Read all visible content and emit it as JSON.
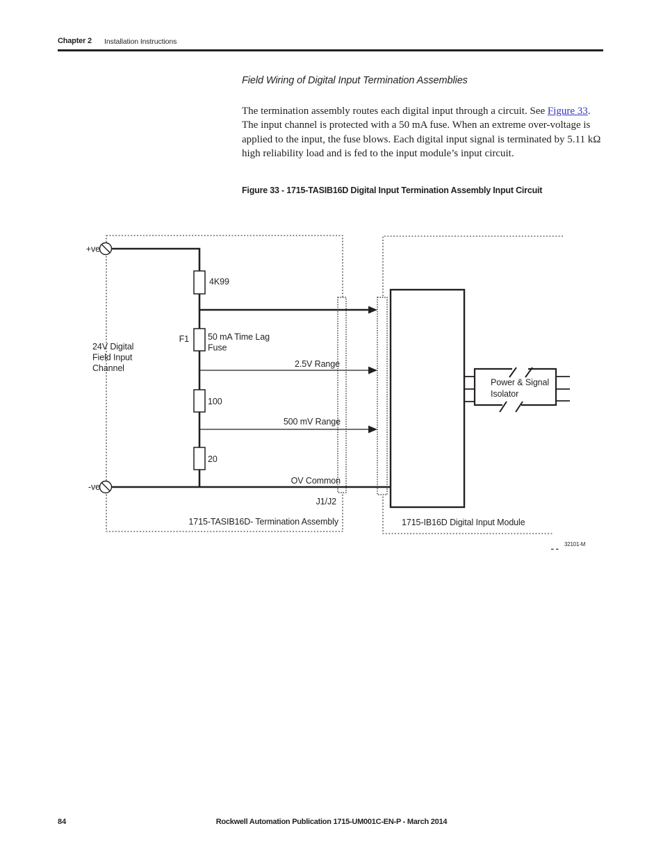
{
  "page": {
    "header": {
      "chapter": "Chapter 2",
      "section": "Installation Instructions"
    },
    "content": {
      "heading": "Field Wiring of Digital Input Termination Assemblies",
      "paragraph": {
        "before_link": "The termination assembly routes each digital input through a circuit. See ",
        "link": "Figure 33",
        "after_link": ". The input channel is protected with a 50 mA fuse. When an extreme over-voltage is applied to the input, the fuse blows. Each digital input signal is terminated by 5.11 kΩ high reliability load and is fed to the input module’s input circuit."
      },
      "figure_caption": "Figure 33 - 1715-TASIB16D Digital Input Termination Assembly Input Circuit"
    },
    "diagram": {
      "labels": {
        "positive_terminal": "+ve",
        "negative_terminal": "-ve",
        "resistor_top": "4K99",
        "fuse_ref": "F1",
        "fuse_desc_line1": "50 mA Time Lag",
        "fuse_desc_line2": "Fuse",
        "field_input_line1": "24V Digital",
        "field_input_line2": "Field Input",
        "field_input_line3": "Channel",
        "range_2v5": "2.5V Range",
        "range_500mv": "500 mV Range",
        "ov_common": "OV Common",
        "connector": "J1/J2",
        "resistor_mid": "100",
        "resistor_bottom": "20",
        "termination_assembly": "1715-TASIB16D- Termination Assembly",
        "input_module": "1715-IB16D Digital Input Module",
        "isolator_line1": "Power & Signal",
        "isolator_line2": "Isolator",
        "drawing_number": "32101-M"
      },
      "colors": {
        "line": "#231f20",
        "link_blue": "#3333cc"
      }
    },
    "footer": {
      "page_number": "84",
      "publication": "Rockwell Automation Publication 1715-UM001C-EN-P - March 2014"
    }
  }
}
